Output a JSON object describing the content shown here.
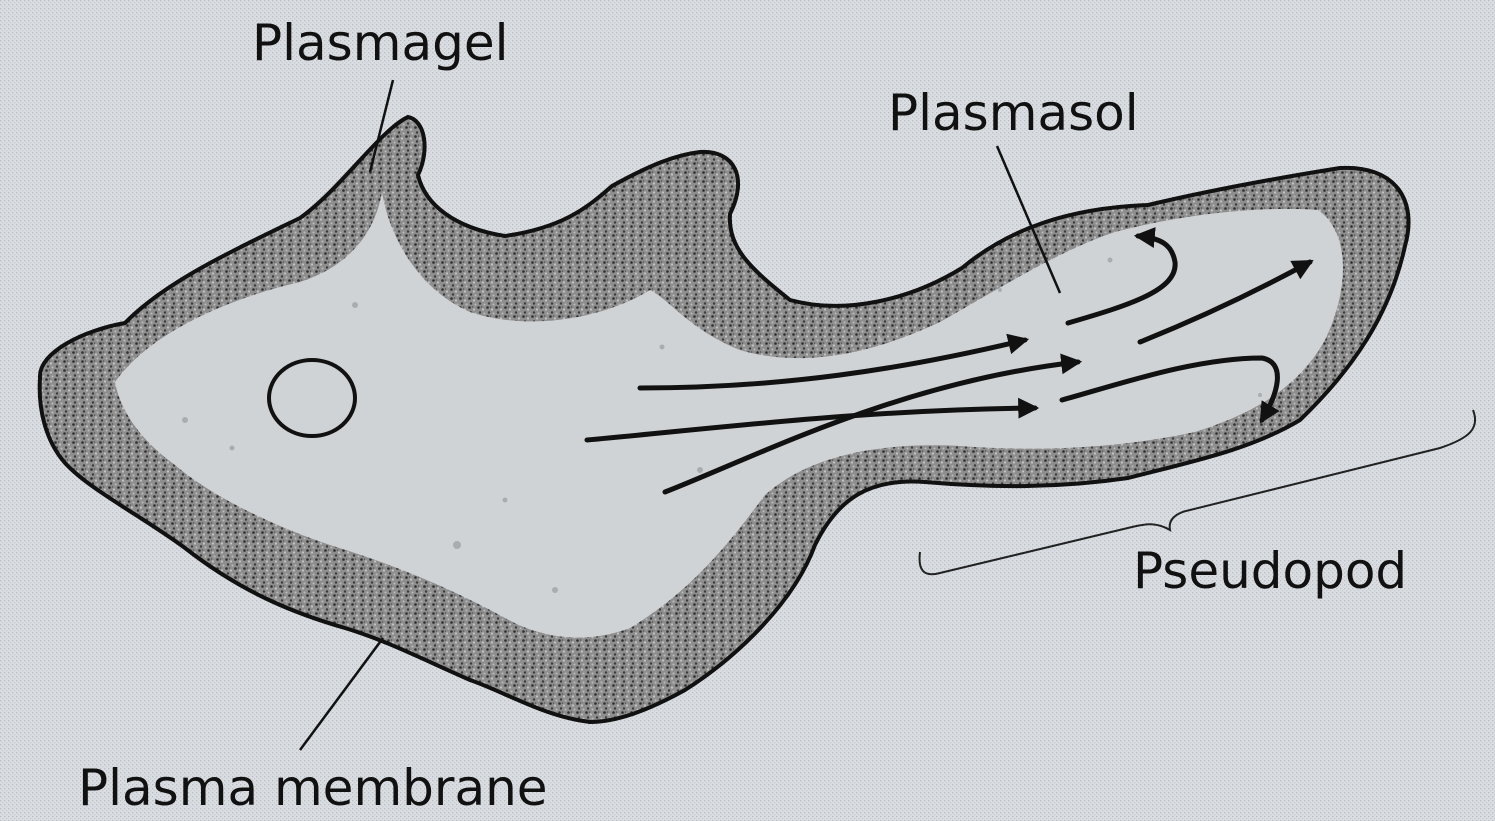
{
  "labels": {
    "plasmagel": "Plasmagel",
    "plasmasol": "Plasmasol",
    "pseudopod": "Pseudopod",
    "plasma_membrane": "Plasma membrane"
  },
  "colors": {
    "background": "#dadee2",
    "plasmasol_fill": "#cfd3d5",
    "plasmagel_fill": "#858585",
    "outline": "#111111"
  }
}
